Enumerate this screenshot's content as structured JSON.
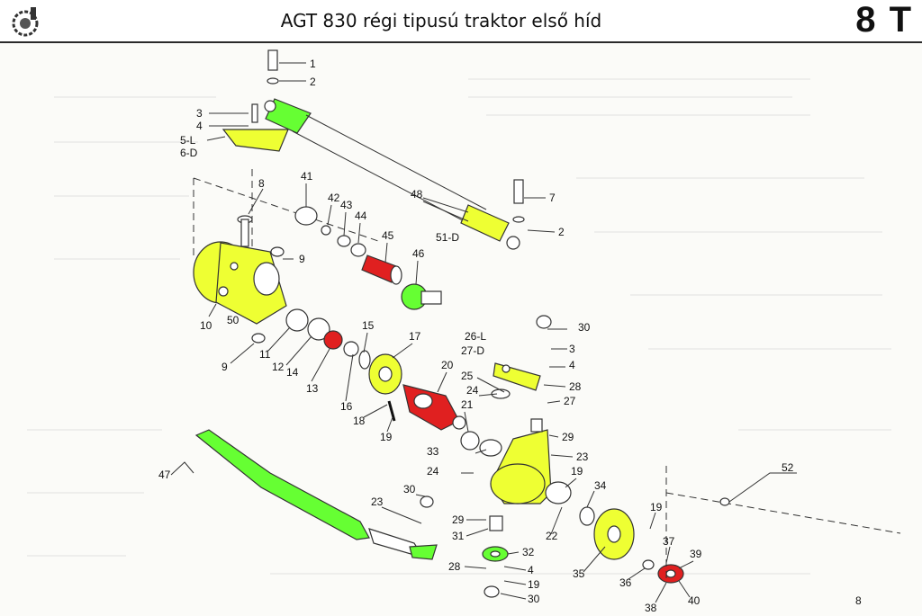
{
  "header": {
    "title": "AGT 830 régi tipusú traktor első híd",
    "code": "8 T"
  },
  "parts": [
    "1",
    "2",
    "3",
    "4",
    "5-L",
    "6-D",
    "8",
    "41",
    "42",
    "43",
    "44",
    "45",
    "46",
    "48",
    "51-D",
    "7",
    "2",
    "9",
    "10",
    "50",
    "9",
    "11",
    "12",
    "14",
    "13",
    "15",
    "16",
    "17",
    "18",
    "19",
    "20",
    "21",
    "25",
    "24",
    "26-L",
    "27-D",
    "30",
    "3",
    "4",
    "28",
    "27",
    "29",
    "23",
    "33",
    "24",
    "19",
    "47",
    "23",
    "30",
    "29",
    "31",
    "32",
    "28",
    "4",
    "19",
    "30",
    "22",
    "34",
    "35",
    "36",
    "37",
    "38",
    "39",
    "40",
    "19",
    "52",
    "8"
  ],
  "colors": {
    "highlight_green": "#66ff33",
    "highlight_yellow": "#eeff33",
    "highlight_red": "#e02020",
    "ink": "#333333"
  }
}
